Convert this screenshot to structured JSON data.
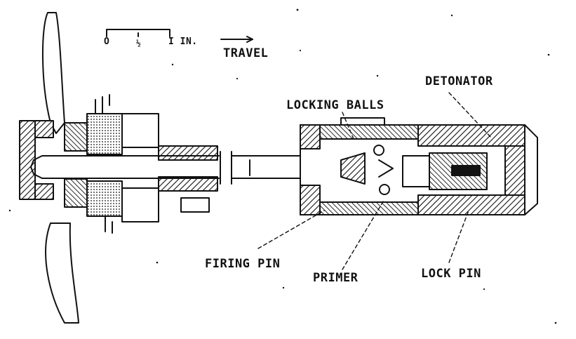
{
  "scale": {
    "tick_start": "O",
    "tick_mid": "½",
    "tick_end": "I IN."
  },
  "travel_label": "TRAVEL",
  "labels": {
    "detonator": "DETONATOR",
    "locking_balls": "LOCKING BALLS",
    "firing_pin": "FIRING PIN",
    "primer": "PRIMER",
    "lock_pin": "LOCK PIN"
  },
  "colors": {
    "ink": "#111111",
    "paper": "#ffffff"
  }
}
